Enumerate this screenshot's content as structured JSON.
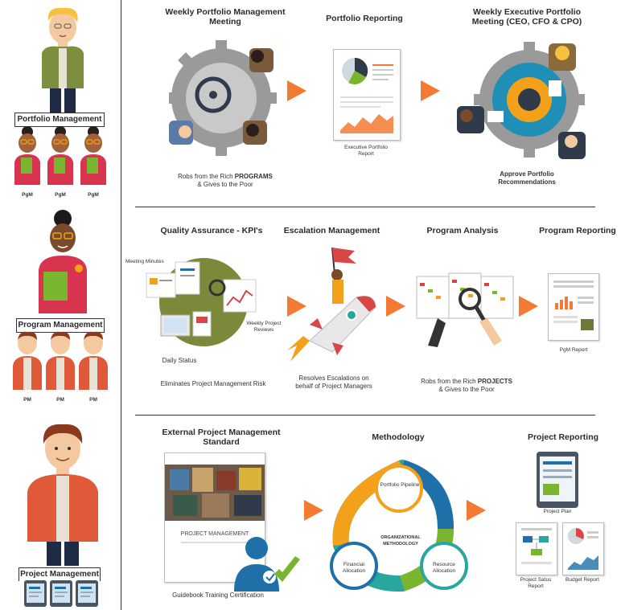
{
  "colors": {
    "accent_arrow": "#f27a32",
    "gear": "#8f8f8f",
    "blue": "#1f6fa8",
    "green": "#7ab530",
    "orange": "#f3a11a",
    "teal": "#2aa6a0",
    "red": "#d94646"
  },
  "sidebar": {
    "portfolio_label": "Portfolio Management",
    "pgm_labels": [
      "PgM",
      "PgM",
      "PgM"
    ],
    "program_label": "Program Management",
    "pm_labels": [
      "PM",
      "PM",
      "PM"
    ],
    "project_label": "Project Management"
  },
  "row1": {
    "weekly_meeting_title": "Weekly Portfolio Management Meeting",
    "weekly_caption_pre": "Robs from the Rich ",
    "weekly_caption_bold": "PROGRAMS",
    "weekly_caption_post": "& Gives to the Poor",
    "reporting_title": "Portfolio Reporting",
    "reporting_caption": "Executive Portfolio Report",
    "exec_title": "Weekly Executive Portfolio Meeting (CEO, CFO & CPO)",
    "exec_caption": "Approve Portfolio Recommendations"
  },
  "row2": {
    "qa_title": "Quality Assurance - KPI's",
    "meeting_minutes": "Meeting Minutes",
    "weekly_reviews": "Weekly Project Reviews",
    "daily_status": "Daily Status",
    "qa_caption": "Eliminates Project Management Risk",
    "escalation_title": "Escalation Management",
    "escalation_caption": "Resolves Escalations on behalf of Project Managers",
    "analysis_title": "Program Analysis",
    "analysis_caption_pre": "Robs from the Rich ",
    "analysis_caption_bold": "PROJECTS",
    "analysis_caption_post": "& Gives to the Poor",
    "program_reporting_title": "Program Reporting",
    "program_report_caption": "PgM Report"
  },
  "row3": {
    "standard_title": "External Project Management Standard",
    "book_title": "PROJECT MANAGEMENT",
    "guidebook_caption": "Guidebook Training Certification",
    "methodology_title": "Methodology",
    "portfolio_pipeline": "Portfolio Pipeline",
    "org_methodology": "ORGANIZATIONAL METHODOLOGY",
    "financial_allocation": "Financial Allocation",
    "resource_allocation": "Resource Allocation",
    "project_reporting_title": "Project Reporting",
    "project_plan": "Project Plan",
    "status_report": "Project Satus Report",
    "budget_report": "Budget Report"
  }
}
